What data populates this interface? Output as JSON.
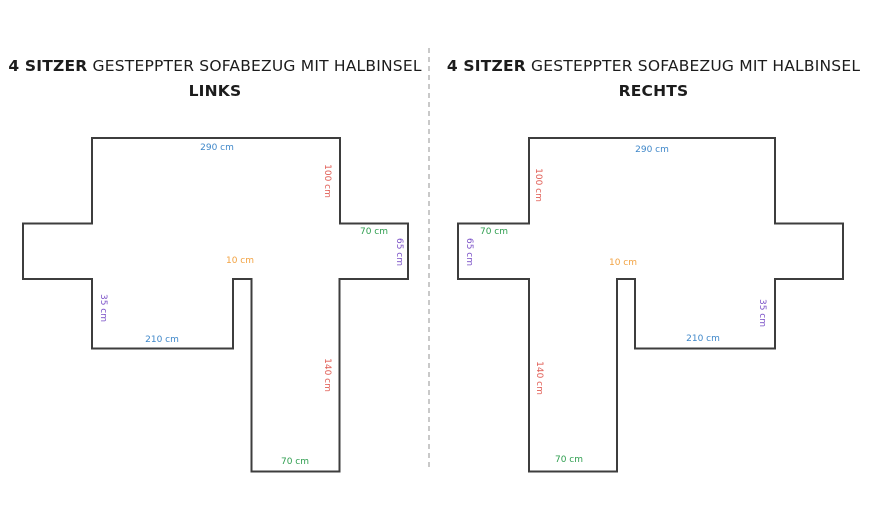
{
  "colors": {
    "outline": "#3d3d3d",
    "divider": "#c9c9c9",
    "title_text": "#1c1c1c",
    "dim_blue": "#3f87c9",
    "dim_red": "#e05d55",
    "dim_green": "#2e9e4f",
    "dim_purple": "#7a50c7",
    "dim_orange": "#f2a241"
  },
  "diagrams": [
    {
      "title_bold": "4 SITZER",
      "title_rest": " GESTEPPTER SOFABEZUG MIT HALBINSEL",
      "subtitle": "LINKS",
      "labels": [
        {
          "text": "290 cm",
          "color": "#3f87c9",
          "side": "top-edge"
        },
        {
          "text": "100 cm",
          "color": "#e05d55",
          "side": "backrest-right-edge"
        },
        {
          "text": "70 cm",
          "color": "#2e9e4f",
          "side": "armrest-top-edge"
        },
        {
          "text": "65 cm",
          "color": "#7a50c7",
          "side": "armrest-outer-edge"
        },
        {
          "text": "10 cm",
          "color": "#f2a241",
          "side": "gap"
        },
        {
          "text": "35 cm",
          "color": "#7a50c7",
          "side": "front-flap-side-edge"
        },
        {
          "text": "210 cm",
          "color": "#3f87c9",
          "side": "front-flap-bottom-edge"
        },
        {
          "text": "140 cm",
          "color": "#e05d55",
          "side": "peninsula-long-edge"
        },
        {
          "text": "70 cm",
          "color": "#2e9e4f",
          "side": "peninsula-bottom-edge"
        }
      ]
    },
    {
      "title_bold": "4 SITZER",
      "title_rest": " GESTEPPTER SOFABEZUG MIT HALBINSEL",
      "subtitle": "RECHTS",
      "labels": [
        {
          "text": "290 cm",
          "color": "#3f87c9",
          "side": "top-edge"
        },
        {
          "text": "100 cm",
          "color": "#e05d55",
          "side": "backrest-left-edge"
        },
        {
          "text": "70 cm",
          "color": "#2e9e4f",
          "side": "armrest-top-edge"
        },
        {
          "text": "65 cm",
          "color": "#7a50c7",
          "side": "armrest-outer-edge"
        },
        {
          "text": "10 cm",
          "color": "#f2a241",
          "side": "gap"
        },
        {
          "text": "35 cm",
          "color": "#7a50c7",
          "side": "front-flap-side-edge"
        },
        {
          "text": "210 cm",
          "color": "#3f87c9",
          "side": "front-flap-bottom-edge"
        },
        {
          "text": "140 cm",
          "color": "#e05d55",
          "side": "peninsula-long-edge"
        },
        {
          "text": "70 cm",
          "color": "#2e9e4f",
          "side": "peninsula-bottom-edge"
        }
      ]
    }
  ]
}
